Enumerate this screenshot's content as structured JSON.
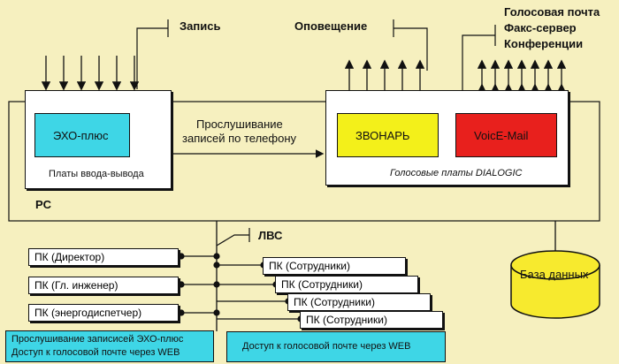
{
  "labels": {
    "zapis": "Запись",
    "opoveshchenie": "Оповещение",
    "voice_services": [
      "Голосовая почта",
      "Факс-сервер",
      "Конференции"
    ],
    "pc": "PC",
    "lvs": "ЛВС",
    "listen_phone": [
      "Прослушивание",
      "записей по телефону"
    ]
  },
  "io_board": {
    "module": "ЭХО-плюс",
    "caption": "Платы ввода-вывода"
  },
  "dialogic": {
    "zvonar": "ЗВОНАРЬ",
    "voicemail": "VoicE-Mail",
    "caption": "Голосовые платы DIALOGIC"
  },
  "database": "База данных",
  "left_pcs": [
    "ПК (Директор)",
    "ПК (Гл. инженер)",
    "ПК (энергодиспетчер)"
  ],
  "staff_pcs": [
    "ПК (Сотрудники)",
    "ПК (Сотрудники)",
    "ПК (Сотрудники)",
    "ПК (Сотрудники)"
  ],
  "notes": {
    "left": [
      "Прослушивание записисей ЭХО-плюс",
      "Доступ к голосовой почте через WEB"
    ],
    "right": "Доступ к голосовой почте через WEB"
  },
  "colors": {
    "background": "#f6f0bf",
    "echo": "#3ed6e6",
    "zvonar": "#f3f01a",
    "voicemail": "#e8201d",
    "database": "#f7ea2e",
    "note": "#3ed6e6"
  }
}
